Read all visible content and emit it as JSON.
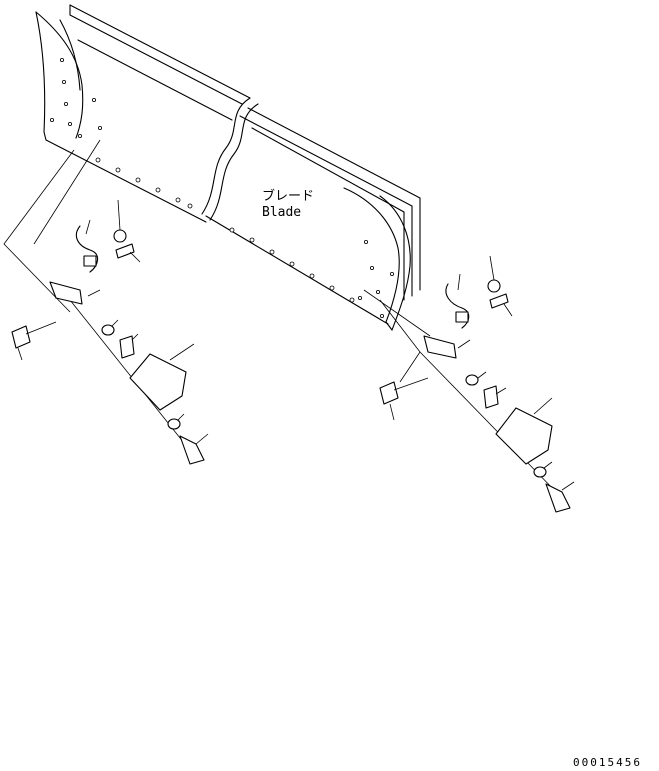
{
  "labels": {
    "blade_jp": "ブレード",
    "blade_en": "Blade"
  },
  "document_number": "00015456"
}
